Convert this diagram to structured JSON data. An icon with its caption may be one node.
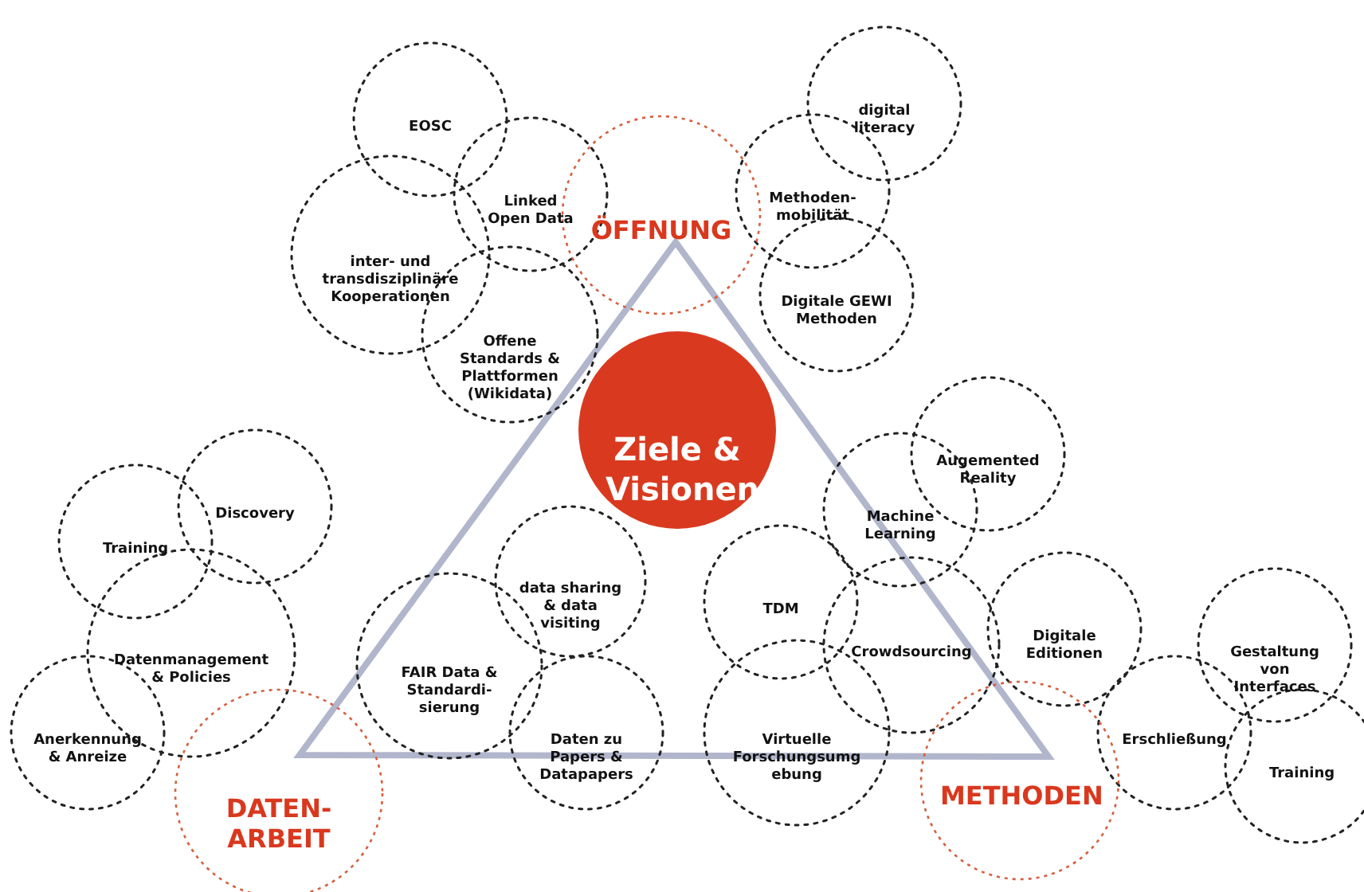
{
  "diagram": {
    "nodes": [
      {
        "text": [
          "digital literacy"
        ]
      },
      {
        "text": [
          "EOSC"
        ]
      },
      {
        "text": [
          "Linked Open Data"
        ]
      },
      {
        "text": [
          "Methoden- mobilität"
        ]
      },
      {
        "text": [
          "ÖFFNUNG"
        ]
      },
      {
        "text": [
          "inter- und transdisziplinäre Kooperationen"
        ]
      },
      {
        "text": [
          "Digitale GEWI Methoden"
        ]
      },
      {
        "text": [
          "Offene Standards & Plattformen (Wikidata)"
        ]
      },
      {
        "text": [
          "Ziele & Visionen"
        ]
      },
      {
        "text": [
          "Augemented Reality"
        ]
      },
      {
        "text": [
          "Discovery"
        ]
      },
      {
        "text": [
          "Training"
        ]
      },
      {
        "text": [
          "Machine Learning"
        ]
      },
      {
        "text": [
          "data sharing & data visiting"
        ]
      },
      {
        "text": [
          "TDM"
        ]
      },
      {
        "text": [
          "Datenmanagement & Policies"
        ]
      },
      {
        "text": [
          "Crowdsourcing"
        ]
      },
      {
        "text": [
          "Digitale Editionen"
        ]
      },
      {
        "text": [
          "Gestaltung von Interfaces"
        ]
      },
      {
        "text": [
          "FAIR Data & Standardi- sierung"
        ]
      },
      {
        "text": [
          "Daten zu Papers & Datapapers"
        ]
      },
      {
        "text": [
          "Anerkennung & Anreize"
        ]
      },
      {
        "text": [
          "Virtuelle Forschungsumg ebung"
        ]
      },
      {
        "text": [
          "Erschließung"
        ]
      },
      {
        "text": [
          "Training"
        ]
      },
      {
        "text": [
          "METHODEN"
        ]
      },
      {
        "text": [
          "DATEN- ARBEIT"
        ]
      }
    ]
  }
}
